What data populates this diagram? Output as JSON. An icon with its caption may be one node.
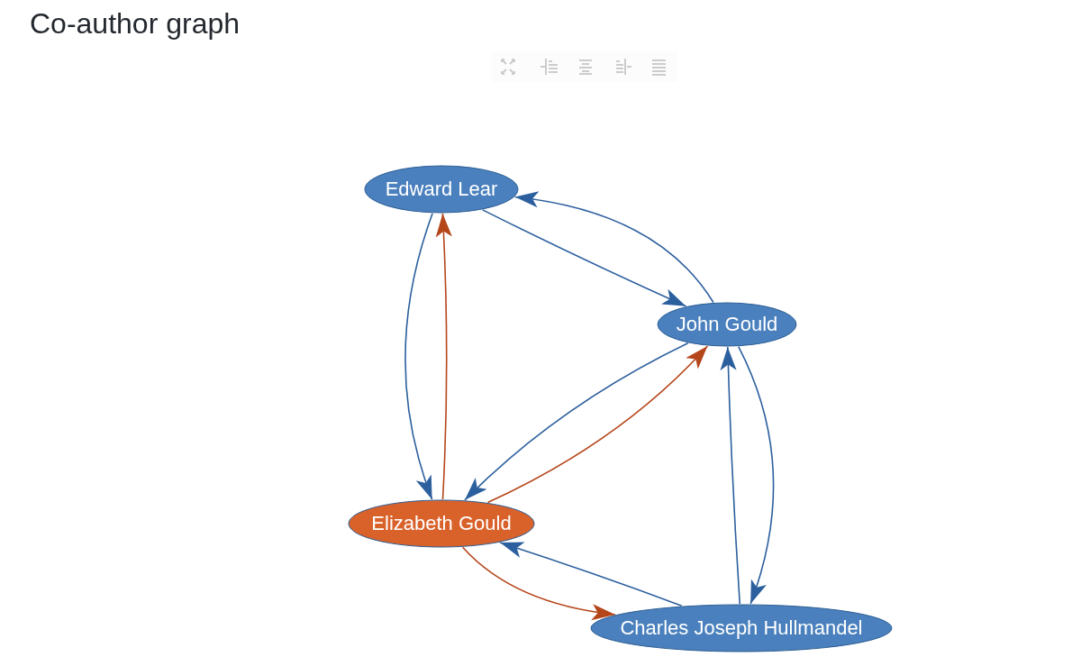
{
  "diagram": {
    "title": "Co-author graph",
    "nodes": [
      {
        "text": [
          "Edward Lear"
        ]
      },
      {
        "text": [
          "John Gould"
        ]
      },
      {
        "text": [
          "Elizabeth Gould"
        ]
      },
      {
        "text": [
          "Charles Joseph Hullmandel"
        ]
      }
    ],
    "edges": [
      {
        "from": 0,
        "to": 1,
        "arrow": "to"
      },
      {
        "from": 1,
        "to": 0,
        "arrow": "to"
      },
      {
        "from": 0,
        "to": 2,
        "arrow": "to"
      },
      {
        "from": 2,
        "to": 0,
        "arrow": "to",
        "color": "#b5461a"
      },
      {
        "from": 1,
        "to": 2,
        "arrow": "to"
      },
      {
        "from": 2,
        "to": 1,
        "arrow": "to",
        "color": "#b5461a"
      },
      {
        "from": 1,
        "to": 3,
        "arrow": "to"
      },
      {
        "from": 3,
        "to": 1,
        "arrow": "to"
      },
      {
        "from": 3,
        "to": 2,
        "arrow": "to"
      },
      {
        "from": 2,
        "to": 3,
        "arrow": "to",
        "color": "#b5461a"
      }
    ]
  }
}
